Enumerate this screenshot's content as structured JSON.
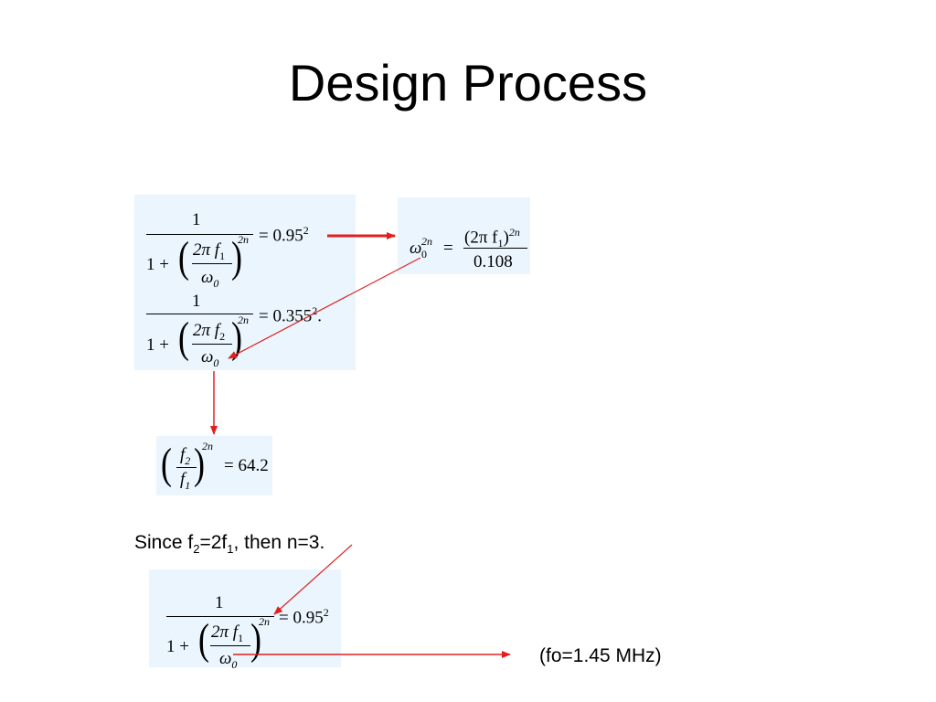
{
  "slide": {
    "title": "Design Process",
    "since_text": {
      "part1": "Since f",
      "sub1": "2",
      "part2": "=2f",
      "sub2": "1",
      "part3": ", then n=3."
    },
    "fo_text": "(fo=1.45 MHz)"
  },
  "equations": {
    "eq1": {
      "numerator": "1",
      "one_plus": "1 +",
      "frac_num": "2π f",
      "frac_num_sub": "1",
      "frac_den": "ω",
      "frac_den_sub": "0",
      "exp": "2n",
      "rhs": "= 0.95",
      "rhs_exp": "2"
    },
    "eq2": {
      "numerator": "1",
      "one_plus": "1 +",
      "frac_num": "2π f",
      "frac_num_sub": "2",
      "frac_den": "ω",
      "frac_den_sub": "0",
      "exp": "2n",
      "rhs": "= 0.355",
      "rhs_exp": "2",
      "rhs_end": "."
    },
    "eq3": {
      "lhs": "ω",
      "lhs_sub": "0",
      "lhs_exp": "2n",
      "eq": "=",
      "num": "(2π f",
      "num_sub": "1",
      "num_end": ")",
      "num_exp": "2n",
      "den": "0.108"
    },
    "eq4": {
      "frac_num": "f",
      "frac_num_sub": "2",
      "frac_den": "f",
      "frac_den_sub": "1",
      "exp": "2n",
      "rhs": "= 64.2"
    },
    "eq5": {
      "numerator": "1",
      "one_plus": "1 +",
      "frac_num": "2π f",
      "frac_num_sub": "1",
      "frac_den": "ω",
      "frac_den_sub": "0",
      "exp": "2n",
      "rhs": "= 0.95",
      "rhs_exp": "2"
    }
  },
  "colors": {
    "box": "#eaf5fd",
    "arrow": "#e02020"
  }
}
